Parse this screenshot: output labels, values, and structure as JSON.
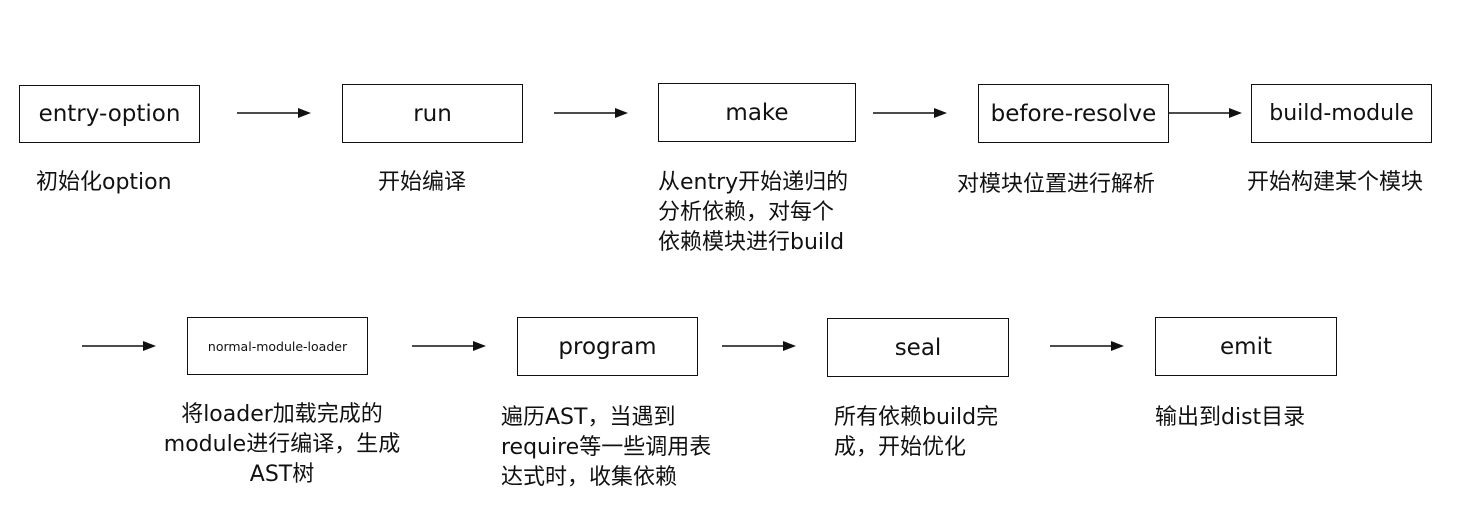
{
  "row1": [
    {
      "label": "entry-option",
      "desc": "初始化option"
    },
    {
      "label": "run",
      "desc": "开始编译"
    },
    {
      "label": "make",
      "desc": "从entry开始递归的\n分析依赖，对每个\n依赖模块进行build"
    },
    {
      "label": "before-resolve",
      "desc": "对模块位置进行解析"
    },
    {
      "label": "build-module",
      "desc": "开始构建某个模块"
    }
  ],
  "row2": [
    {
      "label": "normal-module-loader",
      "desc": "将loader加载完成的\nmodule进行编译，生成\nAST树"
    },
    {
      "label": "program",
      "desc": "遍历AST，当遇到\nrequire等一些调用表\n达式时，收集依赖"
    },
    {
      "label": "seal",
      "desc": "所有依赖build完\n成，开始优化"
    },
    {
      "label": "emit",
      "desc": "输出到dist目录"
    }
  ],
  "colors": {
    "stroke": "#111111",
    "background": "#ffffff"
  }
}
